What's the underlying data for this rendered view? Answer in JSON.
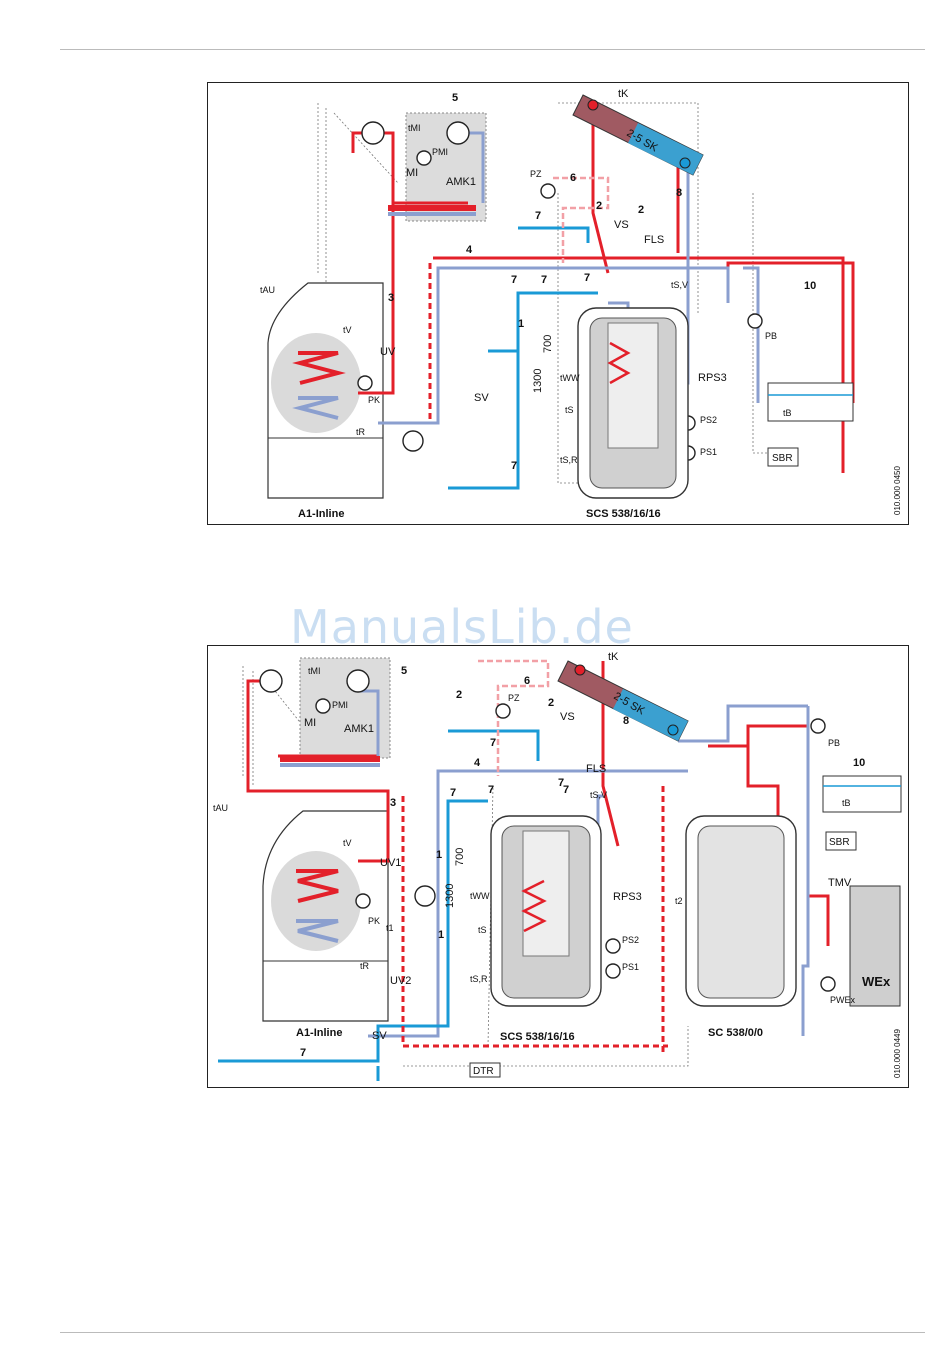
{
  "watermark": "ManualsLib.de",
  "diagram1": {
    "boiler": "A1-Inline",
    "tank": "SCS 538/16/16",
    "code": "010.000 0450",
    "labels": {
      "n5": "5",
      "n6": "6",
      "n4": "4",
      "n3": "3",
      "n8": "8",
      "n10": "10",
      "n1": "1",
      "n2a": "2",
      "n2b": "2",
      "n7a": "7",
      "n7b": "7",
      "n7c": "7",
      "n7d": "7",
      "n7e": "7",
      "collector": "2-5 SK",
      "tK": "tK",
      "tMI": "tMI",
      "PMI": "PMI",
      "MI": "MI",
      "AMK1": "AMK1",
      "PZ": "PZ",
      "VS": "VS",
      "FLS": "FLS",
      "tSV": "tS,V",
      "tAU": "tAU",
      "tV": "tV",
      "UV": "UV",
      "PK": "PK",
      "tR": "tR",
      "SV": "SV",
      "d700": "700",
      "d1300": "1300",
      "tWW": "tWW",
      "tS": "tS",
      "tSR": "tS,R",
      "RPS3": "RPS3",
      "PS2": "PS2",
      "PS1": "PS1",
      "PB": "PB",
      "tB": "tB",
      "SBR": "SBR"
    }
  },
  "diagram2": {
    "boiler": "A1-Inline",
    "tank1": "SCS 538/16/16",
    "tank2": "SC 538/0/0",
    "code": "010.000 0449",
    "labels": {
      "n5": "5",
      "n6": "6",
      "n4": "4",
      "n3": "3",
      "n8": "8",
      "n10": "10",
      "n1a": "1",
      "n1b": "1",
      "n2a": "2",
      "n2b": "2",
      "n7a": "7",
      "n7b": "7",
      "n7c": "7",
      "n7d": "7",
      "n7e": "7",
      "n7f": "7",
      "collector": "2-5 SK",
      "tK": "tK",
      "tMI": "tMI",
      "PMI": "PMI",
      "MI": "MI",
      "AMK1": "AMK1",
      "PZ": "PZ",
      "VS": "VS",
      "FLS": "FLS",
      "tSV": "tS,V",
      "tAU": "tAU",
      "tV": "tV",
      "UV1": "UV1",
      "UV2": "UV2",
      "PK": "PK",
      "tR": "tR",
      "t1": "t1",
      "t2": "t2",
      "SV": "SV",
      "d700": "700",
      "d1300": "1300",
      "tWW": "tWW",
      "tS": "tS",
      "tSR": "tS,R",
      "RPS3": "RPS3",
      "PS2": "PS2",
      "PS1": "PS1",
      "PB": "PB",
      "tB": "tB",
      "SBR": "SBR",
      "TMV": "TMV",
      "WEx": "WEx",
      "PWEx": "PWEx",
      "DTR": "DTR"
    }
  },
  "colors": {
    "hot": "#e3202a",
    "cold": "#1a9ad6",
    "return": "#8b9fcf",
    "pink": "#f2a0a6",
    "grey": "#d9d9d9"
  }
}
